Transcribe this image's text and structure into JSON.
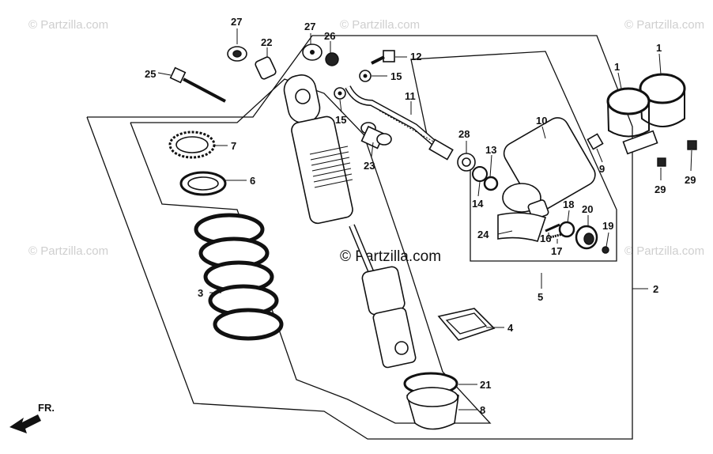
{
  "watermarks": {
    "corner_text": "© Partzilla.com",
    "center_text": "© Partzilla.com"
  },
  "front_indicator": {
    "label": "FR.",
    "icon": "front-arrow-icon"
  },
  "callouts": {
    "c1a": "1",
    "c1b": "1",
    "c2": "2",
    "c3": "3",
    "c4": "4",
    "c5": "5",
    "c6": "6",
    "c7": "7",
    "c8": "8",
    "c9": "9",
    "c10": "10",
    "c11": "11",
    "c12": "12",
    "c13": "13",
    "c14": "14",
    "c15a": "15",
    "c15b": "15",
    "c16": "16",
    "c17": "17",
    "c18": "18",
    "c19": "19",
    "c20": "20",
    "c21": "21",
    "c22": "22",
    "c23": "23",
    "c24": "24",
    "c25": "25",
    "c26": "26",
    "c27a": "27",
    "c27b": "27",
    "c28": "28",
    "c29a": "29",
    "c29b": "29"
  },
  "colors": {
    "line": "#111111",
    "watermark": "#cfcfcf",
    "background": "#ffffff"
  }
}
